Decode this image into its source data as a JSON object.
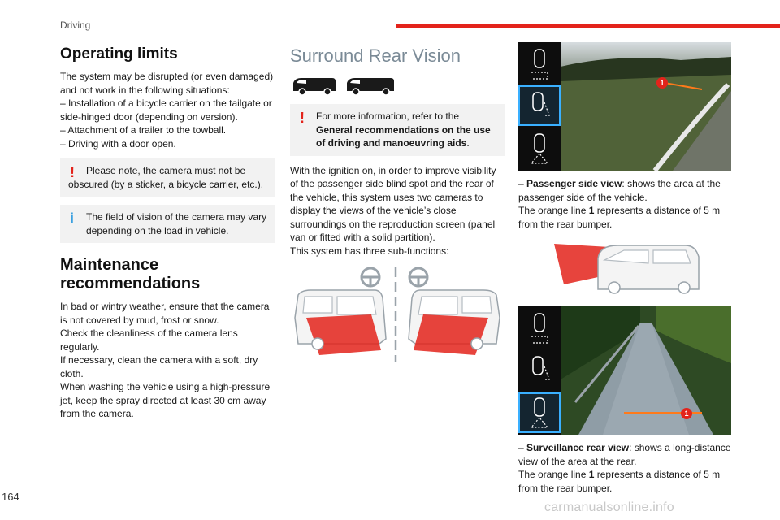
{
  "header": {
    "section_label": "Driving"
  },
  "footer": {
    "page_number": "164",
    "watermark": "carmanualsonline.info"
  },
  "col1": {
    "operating_limits": {
      "title": "Operating limits",
      "p1": "The system may be disrupted (or even damaged) and not work in the following situations:",
      "items": [
        "– Installation of a bicycle carrier on the tailgate or side-hinged door (depending on version).",
        "– Attachment of a trailer to the towball.",
        "– Driving with a door open."
      ]
    },
    "warning_note": "Please note, the camera must not be obscured (by a sticker, a bicycle carrier, etc.).",
    "info_note": "The field of vision of the camera may vary depending on the load in vehicle.",
    "maintenance": {
      "title": "Maintenance recommendations",
      "p1": "In bad or wintry weather, ensure that the camera is not covered by mud, frost or snow.",
      "p2": "Check the cleanliness of the camera lens regularly.",
      "p3": "If necessary, clean the camera with a soft, dry cloth.",
      "p4": "When washing the vehicle using a high-pressure jet, keep the spray directed at least 30 cm away from the camera."
    }
  },
  "col2": {
    "title": "Surround Rear Vision",
    "note_prefix": "For more information, refer to the",
    "note_bold": "General recommendations on the use of driving and manoeuvring aids",
    "note_suffix": ".",
    "p1": "With the ignition on, in order to improve visibility of the passenger side blind spot and the rear of the vehicle, this system uses two cameras to display the views of the vehicle’s close surroundings on the reproduction screen (panel van or fitted with a solid partition).",
    "p2": "This system has three sub-functions:"
  },
  "col3": {
    "cam1_badge": "1",
    "side_view_term": "Passenger side view",
    "side_view_desc": ": shows the area at the passenger side of the vehicle.",
    "side_line_prefix": "The orange line ",
    "side_line_num": "1",
    "side_line_suffix": " represents a distance of 5 m from the rear bumper.",
    "cam2_badge": "1",
    "rear_view_term": "Surveillance rear view",
    "rear_view_desc": ": shows a long-distance view of the area at the rear.",
    "rear_line_prefix": "The orange line ",
    "rear_line_num": "1",
    "rear_line_suffix": " represents a distance of 5 m from the rear bumper."
  },
  "colors": {
    "accent_red": "#e3231b",
    "info_blue": "#3aa0e0",
    "active_frame": "#3ab0ff",
    "heading_grey": "#7a8a96"
  }
}
